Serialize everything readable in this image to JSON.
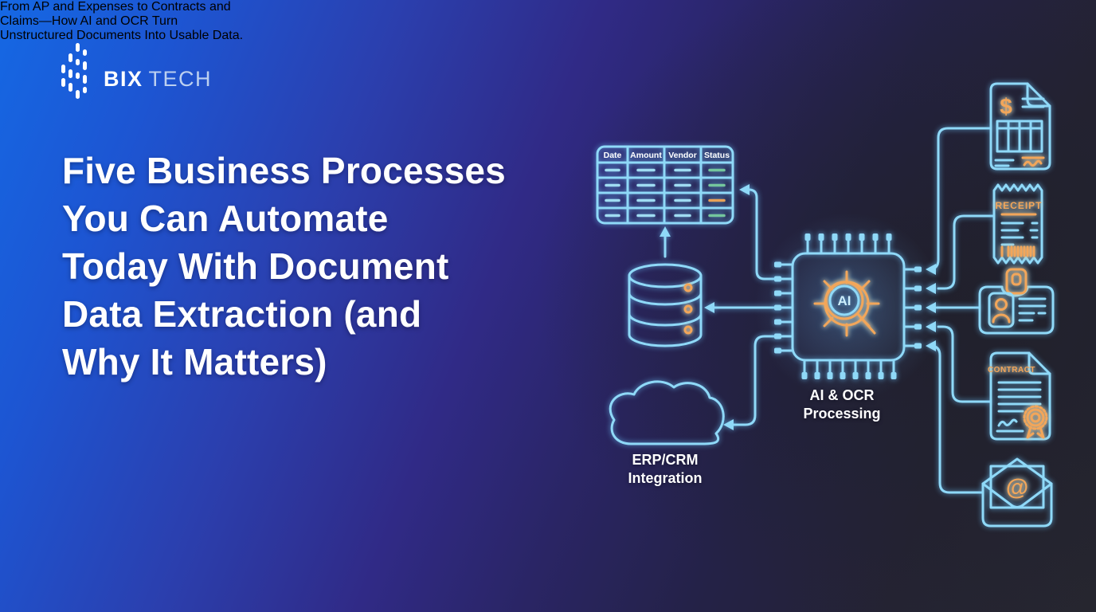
{
  "logo": {
    "brand_bold": "BIX",
    "brand_light": "TECH"
  },
  "hero": {
    "title_lines": [
      "Five Business Processes",
      "You Can Automate",
      "Today With Document",
      "Data Extraction (and",
      "Why It Matters)"
    ],
    "subtitle_lines": [
      "From AP and Expenses to Contracts and",
      "Claims—How AI and OCR Turn",
      "Unstructured Documents Into Usable Data."
    ]
  },
  "diagram": {
    "extraction_table": {
      "headers": [
        "Date",
        "Amount",
        "Vendor",
        "Status"
      ],
      "row_count": 4,
      "status_colors": [
        "#74c69d",
        "#74c69d",
        "#e8a158",
        "#74c69d"
      ]
    },
    "labels": {
      "ai_ocr": [
        "AI & OCR",
        "Processing"
      ],
      "erp_crm": [
        "ERP/CRM",
        "Integration"
      ]
    },
    "chip_text": "AI",
    "invoice_symbol": "$",
    "receipt_title": "RECEIPT",
    "contract_title": "CONTRACT",
    "email_symbol": "@"
  },
  "colors": {
    "neon_blue": "#8fd9f8",
    "neon_orange": "#f2a65a",
    "status_green": "#74c69d",
    "status_orange": "#e8a158"
  }
}
